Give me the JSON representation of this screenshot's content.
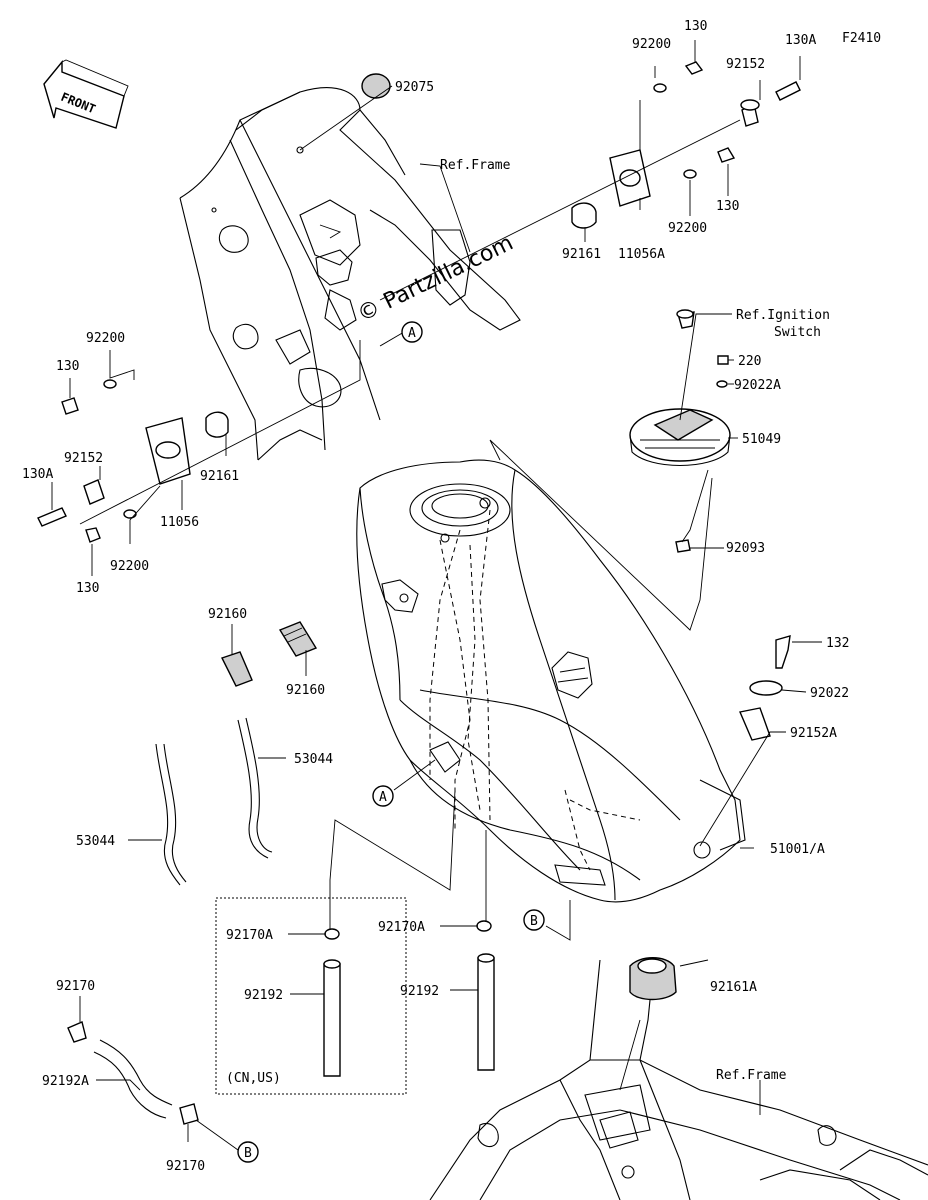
{
  "figure_code": "F2410",
  "front_label": "FRONT",
  "watermark": "© Partzilla.com",
  "labels": {
    "p92075": "92075",
    "ref_frame_top": "Ref.Frame",
    "p92200_top": "92200",
    "p130_top": "130",
    "p130A_top": "130A",
    "p92152_top": "92152",
    "p130_right": "130",
    "p92200_right": "92200",
    "p92161_top": "92161",
    "p11056A": "11056A",
    "ref_ignition_1": "Ref.Ignition",
    "ref_ignition_2": "Switch",
    "p220": "220",
    "p92022A": "92022A",
    "p51049": "51049",
    "p92093": "92093",
    "p92200_left": "92200",
    "p130_left": "130",
    "p92152_left": "92152",
    "p92161_left": "92161",
    "p130A_left": "130A",
    "p11056": "11056",
    "p92200_left2": "92200",
    "p130_left2": "130",
    "p92160_a": "92160",
    "p92160_b": "92160",
    "p132": "132",
    "p92022": "92022",
    "p92152A": "92152A",
    "p53044_a": "53044",
    "p53044_b": "53044",
    "ref_A_1": "A",
    "ref_A_2": "A",
    "p51001A": "51001/A",
    "p92170A_a": "92170A",
    "p92170A_b": "92170A",
    "ref_B_1": "B",
    "p92192_a": "92192",
    "p92192_b": "92192",
    "region_note": "(CN,US)",
    "p92161A": "92161A",
    "p92170_a": "92170",
    "p92192A": "92192A",
    "ref_frame_bottom": "Ref.Frame",
    "p92170_b": "92170",
    "ref_B_2": "B"
  }
}
